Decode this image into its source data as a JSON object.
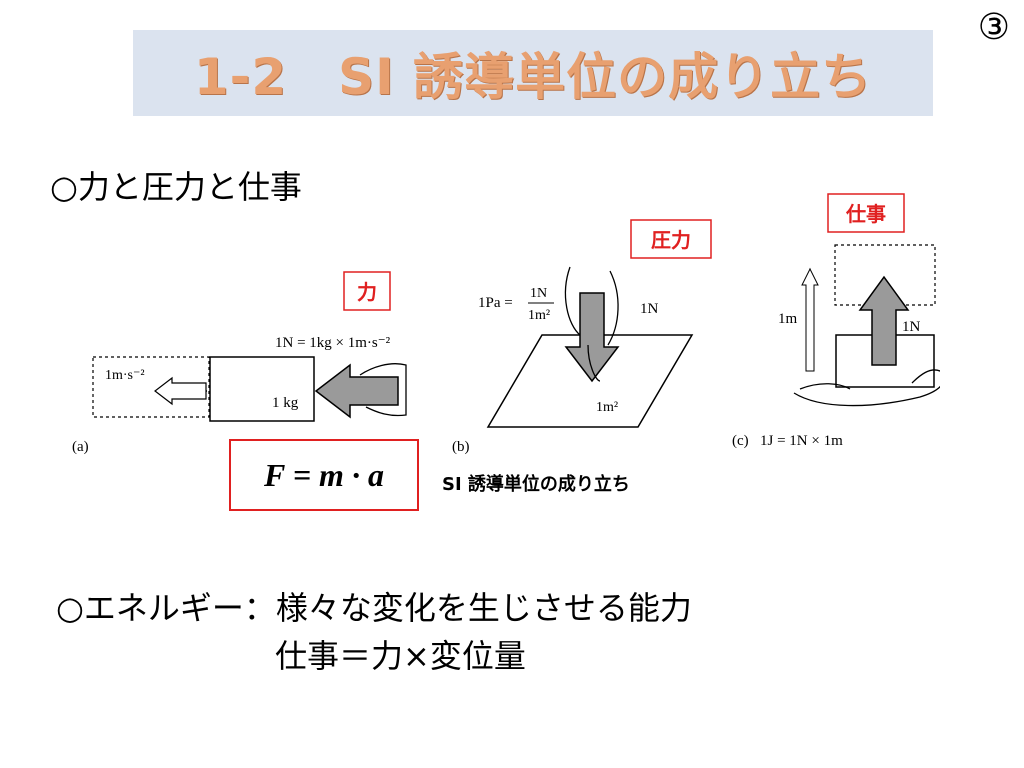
{
  "slide": {
    "page_number": "③",
    "title": "1-2　SI 誘導単位の成り立ち",
    "heading_forces": "○力と圧力と仕事",
    "heading_energy": "○エネルギー：様々な変化を生じさせる能力",
    "energy_formula": "仕事＝力×変位量"
  },
  "figure": {
    "label_force": "力",
    "label_pressure": "圧力",
    "label_work": "仕事",
    "panel_a": {
      "caption": "(a)",
      "equation": "1N = 1kg × 1m·s⁻²",
      "acceleration": "1m·s⁻²",
      "mass": "1 kg"
    },
    "panel_b": {
      "caption": "(b)",
      "pa_lhs": "1Pa =",
      "pa_num": "1N",
      "pa_den": "1m²",
      "force": "1N",
      "area": "1m²"
    },
    "panel_c": {
      "caption": "(c)",
      "equation": "1J  = 1N × 1m",
      "distance": "1m",
      "force": "1N"
    },
    "formula": "F = m · a",
    "caption": "SI 誘導単位の成り立ち"
  },
  "colors": {
    "title_bg": "#dbe3ef",
    "title_text": "#e8a070",
    "label_red": "#e02020",
    "arrow_gray": "#9a9a9a"
  }
}
